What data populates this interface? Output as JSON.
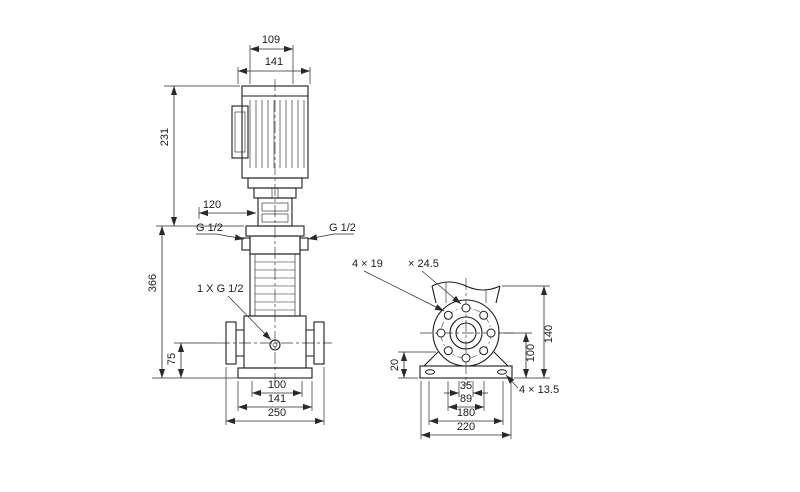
{
  "front_view": {
    "dim_motor_face_width": "109",
    "dim_motor_width": "141",
    "dim_motor_height": "231",
    "dim_head_offset": "120",
    "port_left_label": "G 1/2",
    "port_right_label": "G 1/2",
    "dim_pump_height": "366",
    "drain_port_label": "1 X G 1/2",
    "dim_port_centerline_height": "75",
    "dim_base_100": "100",
    "dim_base_141": "141",
    "dim_base_250": "250"
  },
  "side_view": {
    "flange_hole_note": "4 × 19",
    "flange_counterbore_note": "× 24.5",
    "dim_plate_20": "20",
    "dim_port_height_100": "100",
    "dim_total_height_140": "140",
    "dim_foot_35": "35",
    "dim_foot_89": "89",
    "dim_foot_180": "180",
    "dim_foot_220": "220",
    "base_hole_note": "4 × 13.5"
  }
}
